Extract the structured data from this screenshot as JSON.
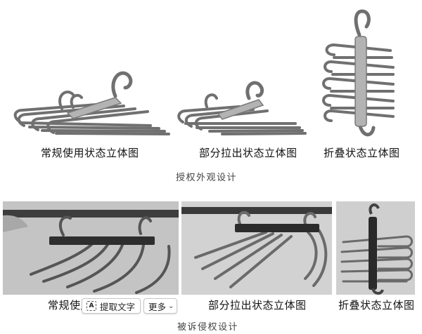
{
  "top_panel": {
    "labels": [
      "常规使用状态立体图",
      "部分拉出状态立体图",
      "折叠状态立体图"
    ],
    "caption": "授权外观设计"
  },
  "bottom_panel": {
    "labels": [
      "常规使用",
      "部分拉出状态立体图",
      "折叠状态立体图"
    ],
    "caption": "被诉侵权设计"
  },
  "toolbar": {
    "extract_text_label": "提取文字",
    "more_label": "更多",
    "extract_icon": "text-scan-icon",
    "more_icon": "chevron-down-icon"
  },
  "colors": {
    "drawing_stroke": "#6f6f6f",
    "drawing_fill": "#a9a9a9",
    "photo_bg": "#c9c9c9",
    "photo_bar": "#4a4a4a"
  }
}
